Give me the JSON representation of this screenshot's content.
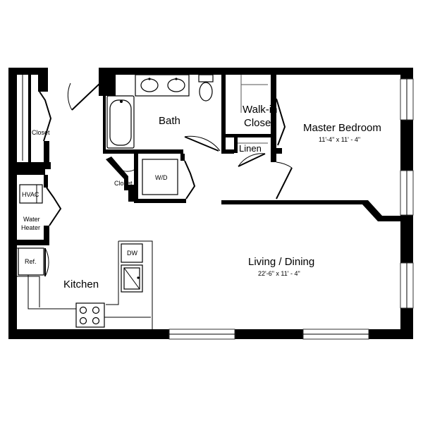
{
  "rooms": {
    "bath": "Bath",
    "walkin_1": "Walk-in",
    "walkin_2": "Closet",
    "master": "Master Bedroom",
    "master_dim": "11'-4\" x 11' - 4\"",
    "linen": "Linen",
    "closet_left": "Closet",
    "closet_mid": "Closet",
    "wd": "W/D",
    "hvac": "HVAC",
    "water_1": "Water",
    "water_2": "Heater",
    "ref": "Ref.",
    "dw": "DW",
    "kitchen": "Kitchen",
    "living": "Living / Dining",
    "living_dim": "22'-6\" x 11' - 4\""
  }
}
